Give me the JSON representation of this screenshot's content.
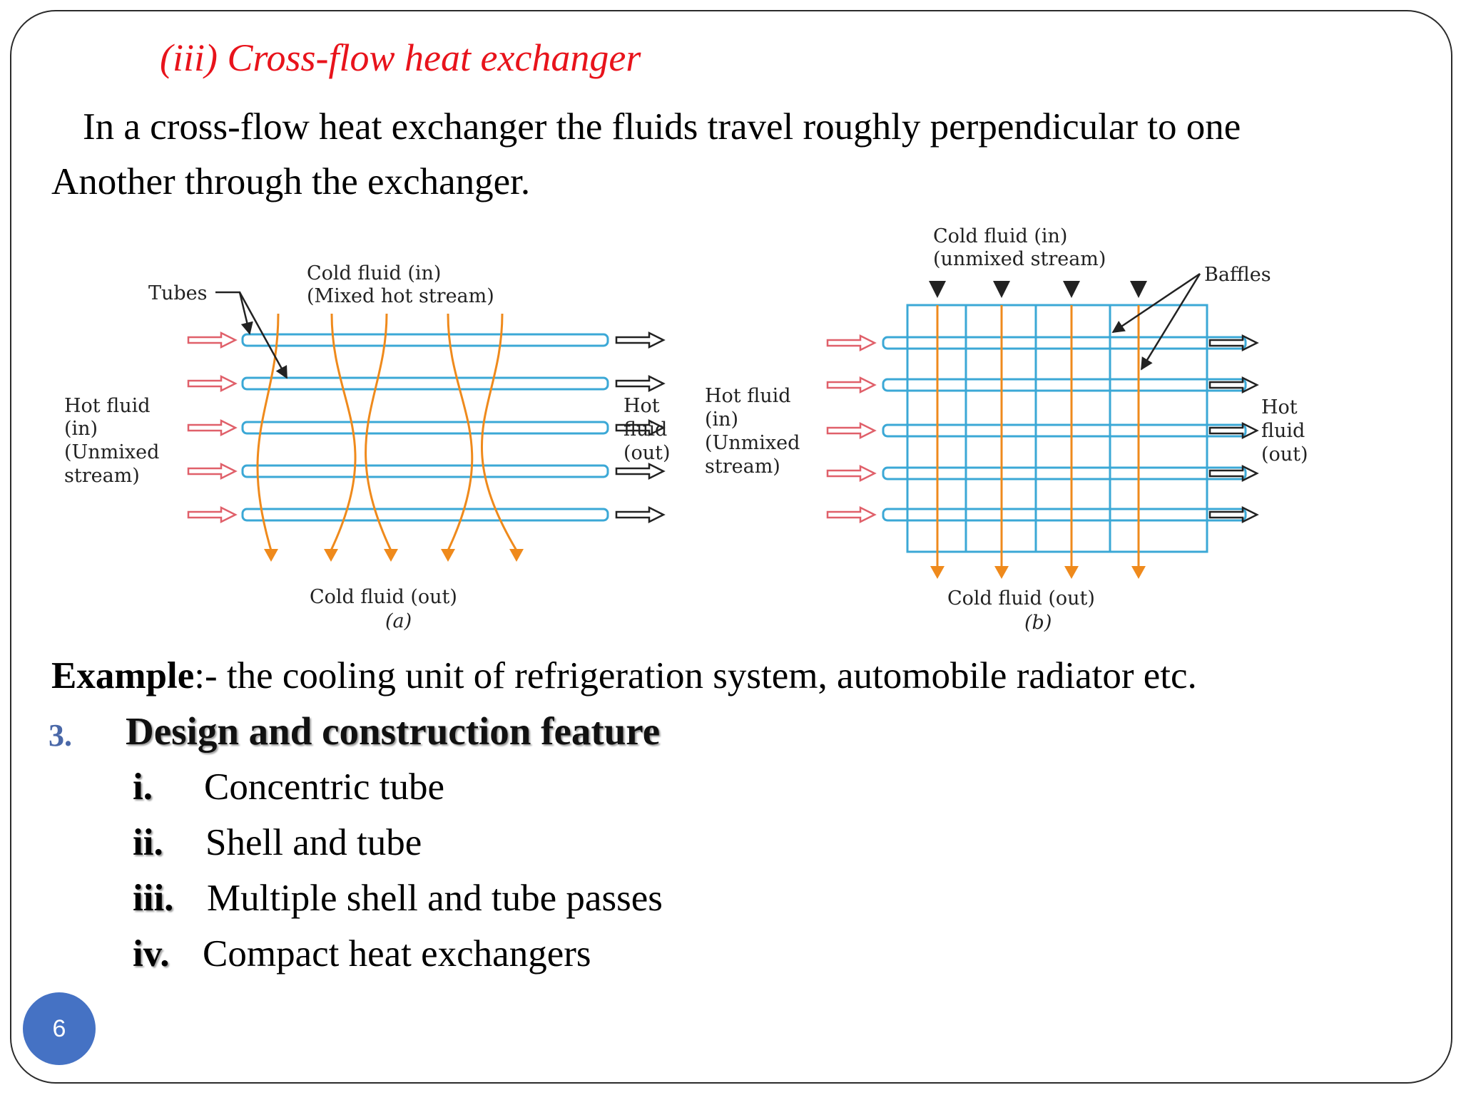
{
  "slide": {
    "heading": "(iii)  Cross-flow heat exchanger",
    "intro_line1": "In a cross-flow heat exchanger the fluids travel roughly perpendicular to one",
    "intro_line2": "Another through the exchanger.",
    "example_label": "Example",
    "example_text": ":- the cooling unit of  refrigeration system, automobile radiator etc.",
    "section_number": "3.",
    "section_title": "Design and construction feature",
    "items": [
      {
        "num": "i.",
        "text": "Concentric tube"
      },
      {
        "num": "ii.",
        "text": "Shell and tube"
      },
      {
        "num": "iii.",
        "text": "Multiple shell and tube passes"
      },
      {
        "num": "iv.",
        "text": "Compact heat exchangers"
      }
    ],
    "page_number": "6"
  },
  "diagram": {
    "a": {
      "tubes_label": "Tubes",
      "cold_in_1": "Cold fluid (in)",
      "cold_in_2": "(Mixed hot stream)",
      "hot_in_1": "Hot fluid",
      "hot_in_2": "(in)",
      "hot_in_3": "(Unmixed",
      "hot_in_4": "stream)",
      "hot_out_1": "Hot",
      "hot_out_2": "fluid",
      "hot_out_3": "(out)",
      "cold_out": "Cold fluid (out)",
      "caption": "(a)"
    },
    "b": {
      "cold_in_1": "Cold fluid (in)",
      "cold_in_2": "(unmixed stream)",
      "baffles_label": "Baffles",
      "hot_in_1": "Hot fluid",
      "hot_in_2": "(in)",
      "hot_in_3": "(Unmixed",
      "hot_in_4": "stream)",
      "hot_out_1": "Hot",
      "hot_out_2": "fluid",
      "hot_out_3": "(out)",
      "cold_out": "Cold fluid (out)",
      "caption": "(b)"
    },
    "colors": {
      "tube": "#3ba8d6",
      "hot_arrow": "#e0606a",
      "cold_arrow": "#ef8a1c",
      "pointer": "#222222"
    }
  }
}
